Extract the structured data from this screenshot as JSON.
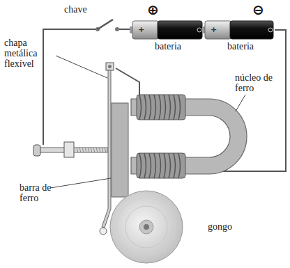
{
  "diagram": {
    "labels": [
      "chave",
      "⊕",
      "⊖",
      "+",
      "bateria",
      "+",
      "bateria",
      "chapa metálica flexível",
      "núcleo de ferro",
      "barra de ferro",
      "gongo"
    ]
  }
}
